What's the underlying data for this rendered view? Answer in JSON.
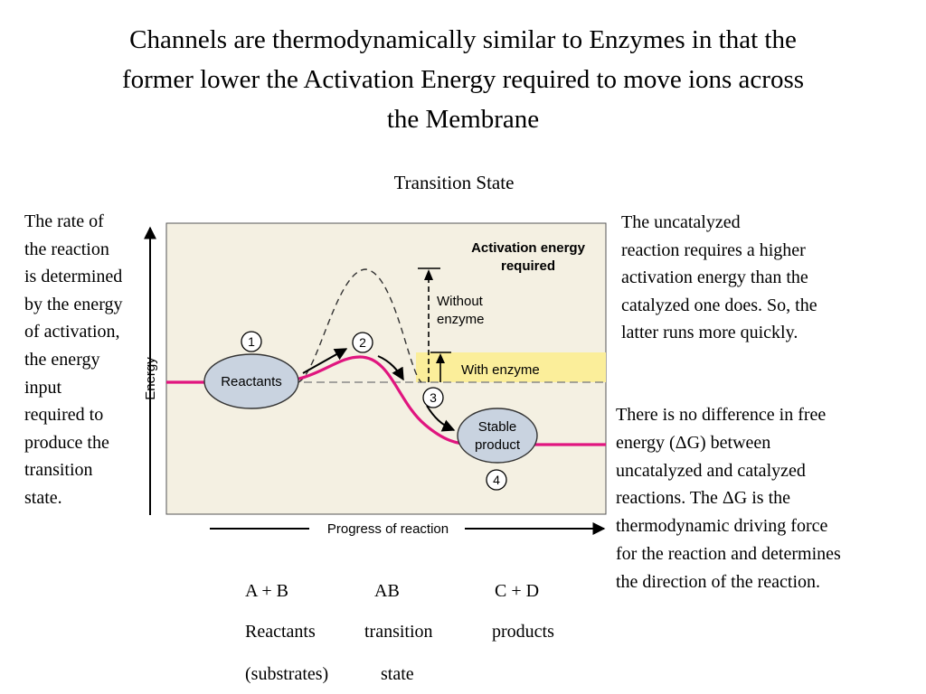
{
  "title": {
    "line1": "Channels are thermodynamically similar to Enzymes in that the",
    "line2": "former lower the Activation Energy required to move ions across",
    "line3": "the Membrane"
  },
  "transition_state_label": "Transition State",
  "left_note": [
    "The rate of",
    "the reaction",
    "is determined",
    "by the energy",
    "of activation,",
    "the energy",
    "input",
    "required to",
    "produce the",
    "transition",
    "state."
  ],
  "right_note1": [
    "The uncatalyzed",
    "reaction requires a higher",
    "activation energy than the",
    "catalyzed one does.  So, the",
    "latter runs more quickly."
  ],
  "right_note2": [
    "There is no difference in free",
    "energy (ΔG) between",
    "uncatalyzed and catalyzed",
    "reactions.  The ΔG is the",
    "thermodynamic driving force",
    "for the reaction and determines",
    "the direction of the reaction."
  ],
  "diagram": {
    "y_axis_label": "Energy",
    "x_axis_label": "Progress of reaction",
    "activation_header_line1": "Activation energy",
    "activation_header_line2": "required",
    "without_enzyme_line1": "Without",
    "without_enzyme_line2": "enzyme",
    "with_enzyme": "With enzyme",
    "reactants": "Reactants",
    "product_line1": "Stable",
    "product_line2": "product",
    "steps": [
      "1",
      "2",
      "3",
      "4"
    ],
    "colors": {
      "panel_bg": "#f4f0e2",
      "highlight": "#fbee9a",
      "curve": "#e0157f",
      "bubble": "#c9d3e0"
    }
  },
  "equation": {
    "row1": [
      "A + B",
      "AB",
      "C + D"
    ],
    "row2": [
      "Reactants",
      "transition",
      "products"
    ],
    "row3": [
      "(substrates)",
      "state"
    ]
  }
}
